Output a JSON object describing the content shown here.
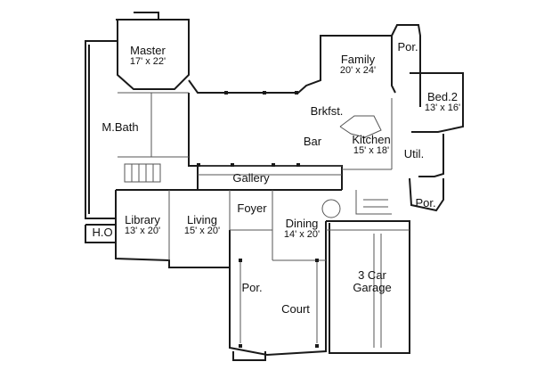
{
  "rooms": {
    "master": {
      "name": "Master",
      "dims": "17' x 22'"
    },
    "family": {
      "name": "Family",
      "dims": "20' x 24'"
    },
    "por_top": {
      "name": "Por."
    },
    "bed2": {
      "name": "Bed.2",
      "dims": "13' x 16'"
    },
    "mbath": {
      "name": "M.Bath"
    },
    "brkfst": {
      "name": "Brkfst."
    },
    "bar": {
      "name": "Bar"
    },
    "kitchen": {
      "name": "Kitchen",
      "dims": "15' x 18'"
    },
    "util": {
      "name": "Util."
    },
    "gallery": {
      "name": "Gallery"
    },
    "foyer": {
      "name": "Foyer"
    },
    "por_right": {
      "name": "Por."
    },
    "library": {
      "name": "Library",
      "dims": "13' x 20'"
    },
    "living": {
      "name": "Living",
      "dims": "15' x 20'"
    },
    "dining": {
      "name": "Dining",
      "dims": "14' x 20'"
    },
    "ho": {
      "name": "H.O"
    },
    "garage": {
      "name": "3 Car",
      "dims": "Garage"
    },
    "por_front": {
      "name": "Por."
    },
    "court": {
      "name": "Court"
    }
  },
  "colors": {
    "wall": "#1a1a1a",
    "thin": "#555555",
    "background": "#ffffff"
  }
}
